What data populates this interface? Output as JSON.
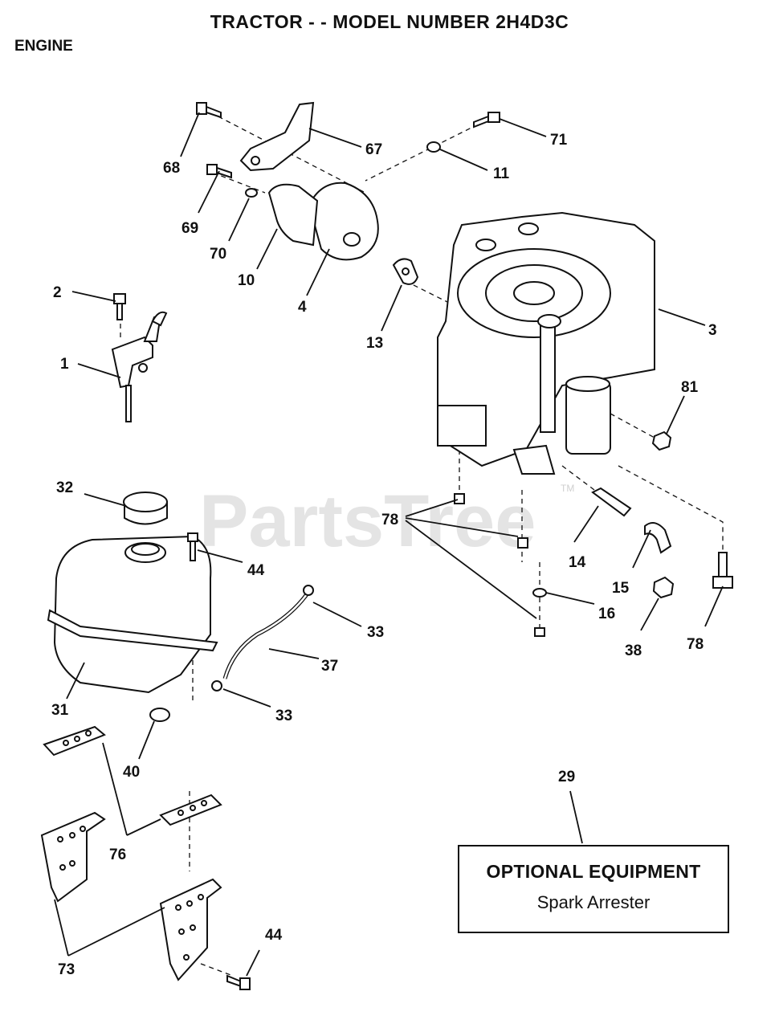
{
  "header": {
    "title": "TRACTOR - - MODEL NUMBER 2H4D3C",
    "section": "ENGINE"
  },
  "watermark": {
    "text": "PartsTree",
    "mark": "TM"
  },
  "callouts": {
    "c68": "68",
    "c67": "67",
    "c71": "71",
    "c11": "11",
    "c69": "69",
    "c70": "70",
    "c10": "10",
    "c4": "4",
    "c13": "13",
    "c3": "3",
    "c2": "2",
    "c1": "1",
    "c81": "81",
    "c32": "32",
    "c78a": "78",
    "c44a": "44",
    "c14": "14",
    "c15": "15",
    "c16": "16",
    "c33a": "33",
    "c37": "37",
    "c38": "38",
    "c78b": "78",
    "c31": "31",
    "c33b": "33",
    "c40": "40",
    "c29": "29",
    "c76": "76",
    "c73": "73",
    "c44b": "44"
  },
  "optional_box": {
    "title": "OPTIONAL EQUIPMENT",
    "subtitle": "Spark Arrester"
  }
}
